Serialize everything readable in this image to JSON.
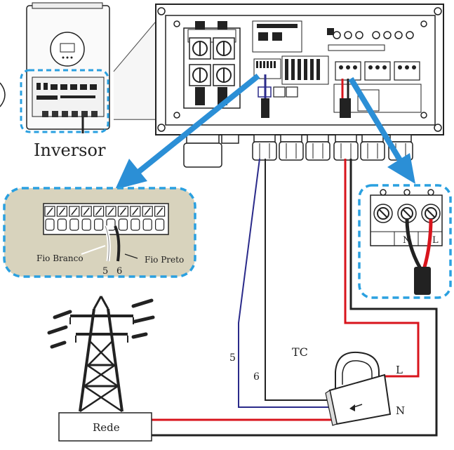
{
  "labels": {
    "inverter": "Inversor",
    "white_wire": "Fio Branco",
    "black_wire": "Fio Preto",
    "pin5": "5",
    "pin6": "6",
    "ct": "TC",
    "wire5": "5",
    "wire6": "6",
    "line": "L",
    "neutral": "N",
    "grid": "Rede",
    "term_n": "N",
    "term_l": "L"
  },
  "colors": {
    "dashed_callout": "#2aa0e0",
    "callout_fill": "#d8d3bd",
    "arrow": "#2b8fd6",
    "red_wire": "#d8141c",
    "black_wire": "#222222",
    "blue_wire": "#2a2a8a"
  }
}
